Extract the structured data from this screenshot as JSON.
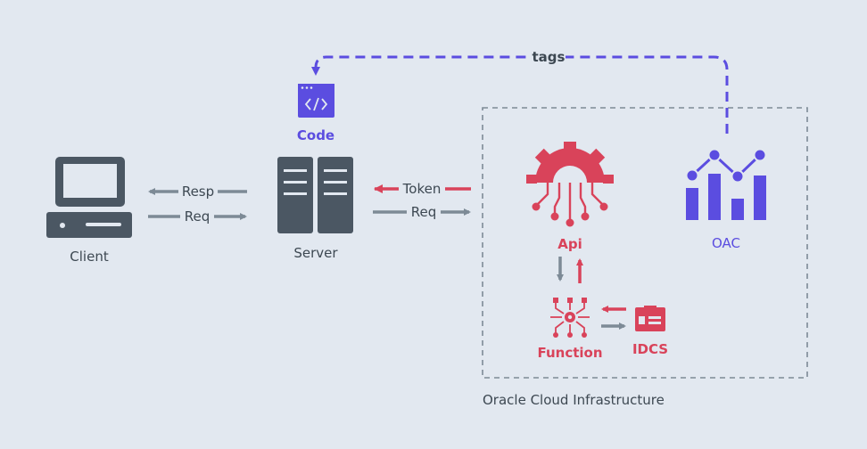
{
  "nodes": {
    "client": "Client",
    "server": "Server",
    "code": "Code",
    "api": "Api",
    "function": "Function",
    "idcs": "IDCS",
    "oac": "OAC"
  },
  "edges": {
    "resp": "Resp",
    "req_client": "Req",
    "token": "Token",
    "req_server": "Req",
    "tags": "tags"
  },
  "groups": {
    "oci": "Oracle Cloud Infrastructure"
  },
  "colors": {
    "background": "#e2e8f0",
    "dark": "#4b5763",
    "grey_arrow": "#7d8a96",
    "red": "#d9435a",
    "purple": "#5b4de0"
  }
}
